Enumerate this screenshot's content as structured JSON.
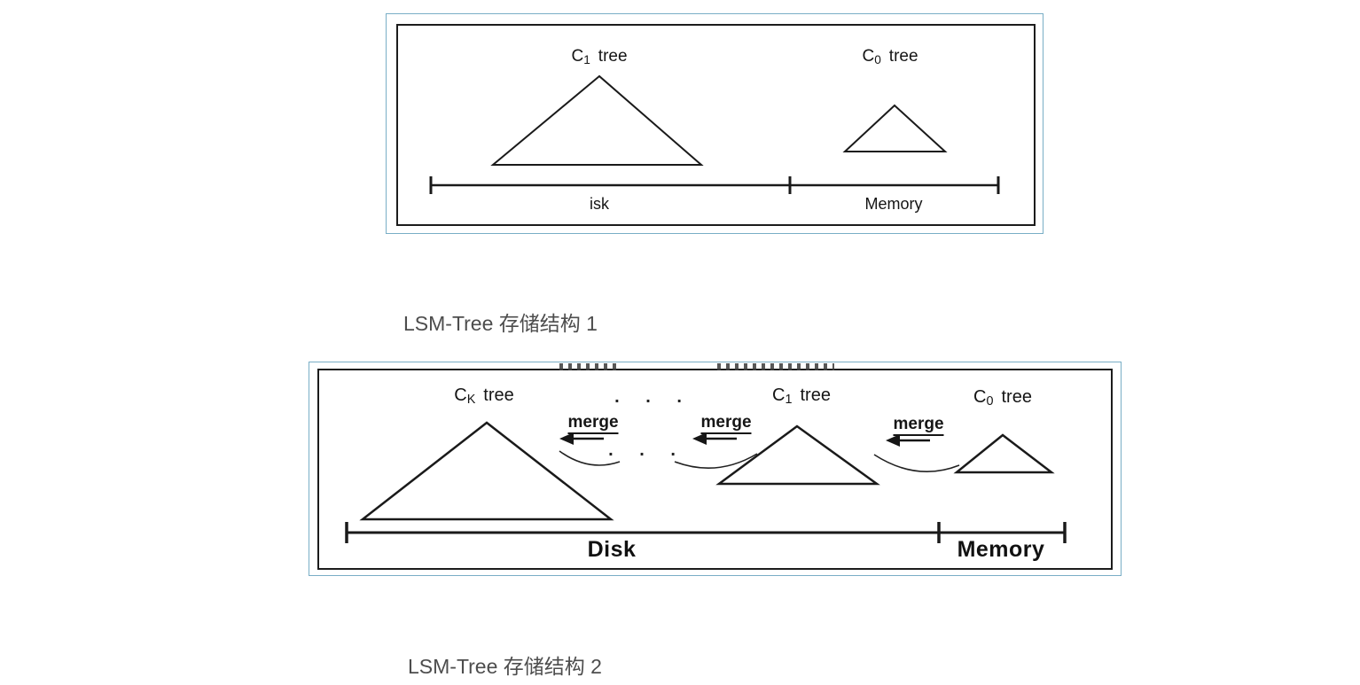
{
  "figure1": {
    "trees": {
      "c1": {
        "base": "C",
        "sub": "1",
        "rest": "tree"
      },
      "c0": {
        "base": "C",
        "sub": "0",
        "rest": "tree"
      }
    },
    "axis": {
      "disk": "isk",
      "memory": "Memory"
    }
  },
  "caption1": "LSM-Tree 存储结构 1",
  "figure2": {
    "trees": {
      "ck": {
        "base": "C",
        "sub": "K",
        "rest": "tree"
      },
      "c1": {
        "base": "C",
        "sub": "1",
        "rest": "tree"
      },
      "c0": {
        "base": "C",
        "sub": "0",
        "rest": "tree"
      }
    },
    "dots_top": ". . .",
    "dots_mid": ". . .",
    "merge": {
      "m1": "merge",
      "m2": "merge",
      "m3": "merge"
    },
    "axis": {
      "disk": "Disk",
      "memory": "Memory"
    }
  },
  "caption2": "LSM-Tree 存储结构 2"
}
